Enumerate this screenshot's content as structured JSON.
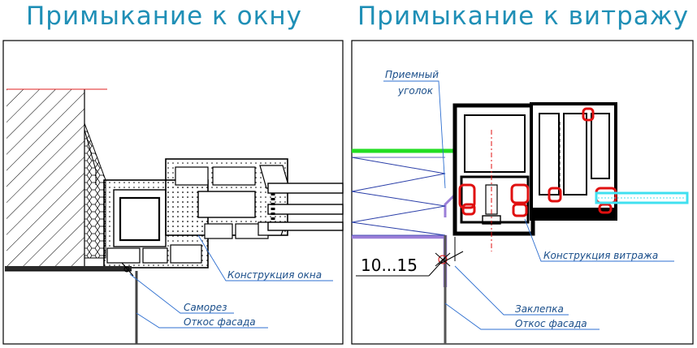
{
  "titles": {
    "left": "Примыкание к окну",
    "right": "Примыкание к витражу"
  },
  "labels": {
    "window_construction": "Конструкция окна",
    "self_tapping_screw": "Саморез",
    "facade_slope_left": "Откос фасада",
    "receiving_corner_line1": "Приемный",
    "receiving_corner_line2": "уголок",
    "stained_glass_construction": "Конструкция витража",
    "rivet": "Заклепка",
    "facade_slope_right": "Откос фасада",
    "gap_dimension": "10...15"
  },
  "colors": {
    "title": "#1f8fb6",
    "label": "#1a4e8a",
    "leader": "#2e6fd0",
    "frame": "#000000",
    "seal_red": "#e01010",
    "green_line": "#22dd22",
    "purple_line": "#9b7fd8",
    "cyan_glass": "#40e0f0",
    "hatch_blue": "#2a3ea8"
  }
}
